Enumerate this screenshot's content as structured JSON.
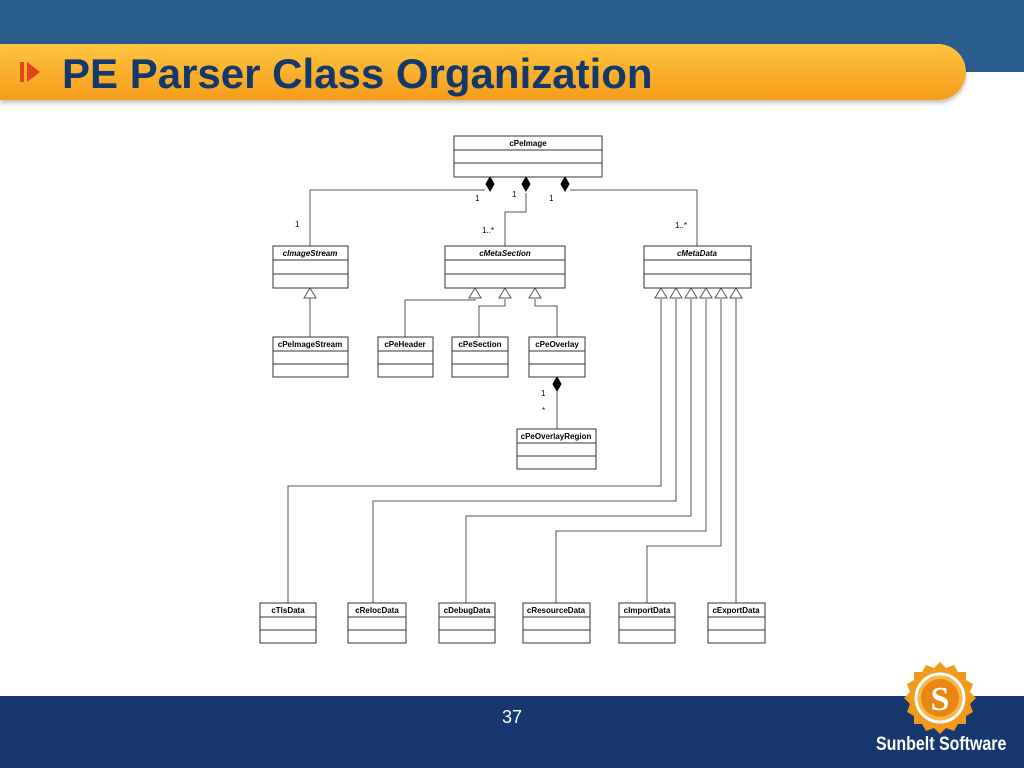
{
  "slide": {
    "title": "PE Parser Class Organization",
    "page_number": "37",
    "brand_name": "Sunbelt Software",
    "colors": {
      "top_band": "#2c5d8f",
      "title_bar": "#f7a823",
      "title_text": "#14386b",
      "bottom_band": "#16386e",
      "logo": "#f29a1c"
    }
  },
  "diagram": {
    "classes": {
      "pe_image": "cPeImage",
      "image_stream": "cImageStream",
      "meta_section": "cMetaSection",
      "meta_data": "cMetaData",
      "pe_image_stream": "cPeImageStream",
      "pe_header": "cPeHeader",
      "pe_section": "cPeSection",
      "pe_overlay": "cPeOverlay",
      "pe_overlay_region": "cPeOverlayRegion",
      "tls_data": "cTlsData",
      "reloc_data": "cRelocData",
      "debug_data": "cDebugData",
      "resource_data": "cResourceData",
      "import_data": "cImportData",
      "export_data": "cExportData"
    },
    "multiplicities": {
      "image_stream_owner": "1",
      "image_stream_part": "1",
      "meta_section_owner": "1",
      "meta_section_part": "1..*",
      "meta_data_owner": "1",
      "meta_data_part": "1..*",
      "overlay_owner": "1",
      "overlay_part": "*"
    }
  }
}
